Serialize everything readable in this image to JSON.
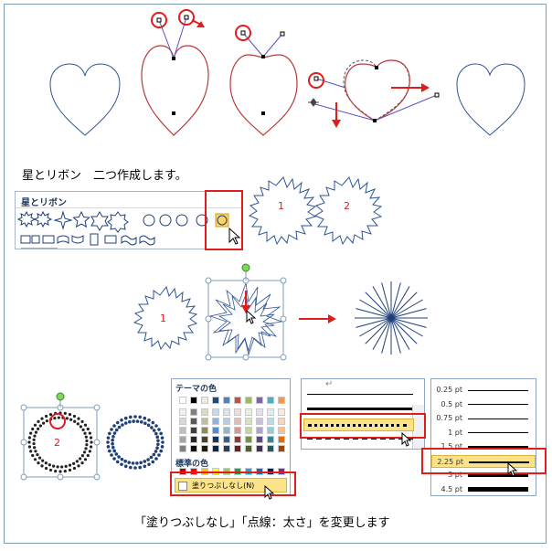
{
  "captions": {
    "star_ribbon_intro": "星とリボン　二つ作成します。",
    "bottom_note": "「塗りつぶしなし」「点線：太さ」を変更します"
  },
  "star_panel": {
    "title": "星とリボン",
    "partial_next_title": "吹き出し"
  },
  "star_numbers": {
    "first": "1",
    "second": "2",
    "third": "1",
    "selected": "2"
  },
  "color_panel": {
    "theme_title": "テーマの色",
    "standard_title": "標準の色",
    "no_fill_label": "塗りつぶしなし(N)"
  },
  "line_panel": {
    "top_glyph": "↵"
  },
  "weight_panel": {
    "options": [
      {
        "label": "0.25 pt",
        "weight": 0.25
      },
      {
        "label": "0.5 pt",
        "weight": 0.5
      },
      {
        "label": "0.75 pt",
        "weight": 0.75
      },
      {
        "label": "1 pt",
        "weight": 1
      },
      {
        "label": "1.5 pt",
        "weight": 1.5
      },
      {
        "label": "2.25 pt",
        "weight": 2.25
      },
      {
        "label": "3 pt",
        "weight": 3
      },
      {
        "label": "4.5 pt",
        "weight": 4.5
      }
    ],
    "selected": "2.25 pt"
  },
  "colors": {
    "accent_red": "#e11c1c",
    "shape_blue": "#1f3f7a",
    "heart_red": "#b83a3a",
    "handle_purple": "#5b4fc4",
    "highlight": "#fbe38a"
  }
}
